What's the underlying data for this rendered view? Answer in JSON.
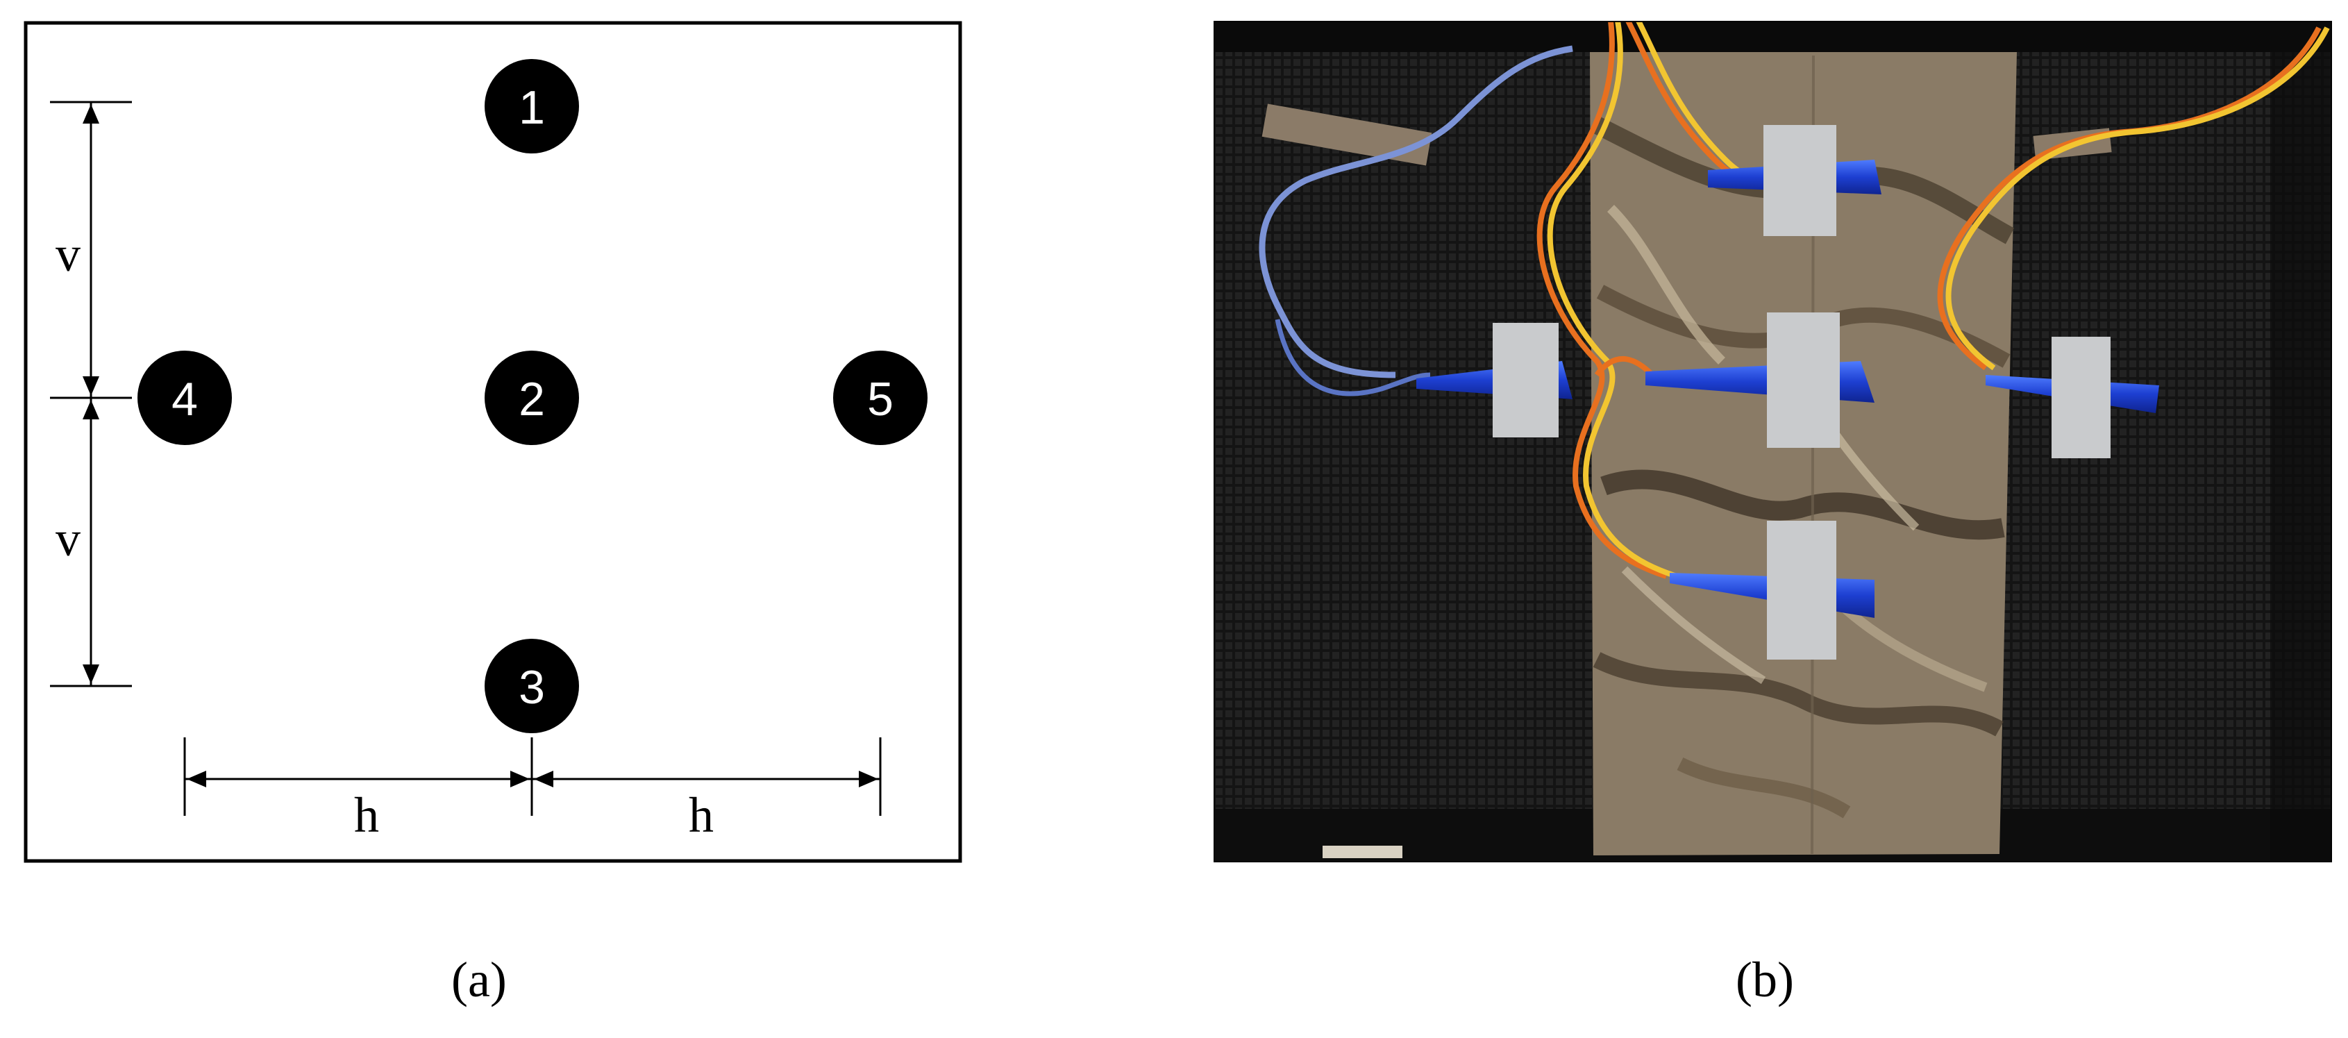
{
  "panel_a": {
    "label": "(a)",
    "sensors": [
      "1",
      "2",
      "3",
      "4",
      "5"
    ],
    "vertical_spacing_label": "v",
    "horizontal_spacing_label": "h"
  },
  "panel_b": {
    "label": "(b)"
  },
  "colors": {
    "sensor_fill": "#000000",
    "sensor_text": "#ffffff",
    "mat_background": "#151515",
    "camo_base": "#8a7b66",
    "probe_blue": "#1d3fd1",
    "wire_orange": "#e8701f",
    "wire_yellow": "#f2c531",
    "tape_silver": "#c9cbcd"
  }
}
